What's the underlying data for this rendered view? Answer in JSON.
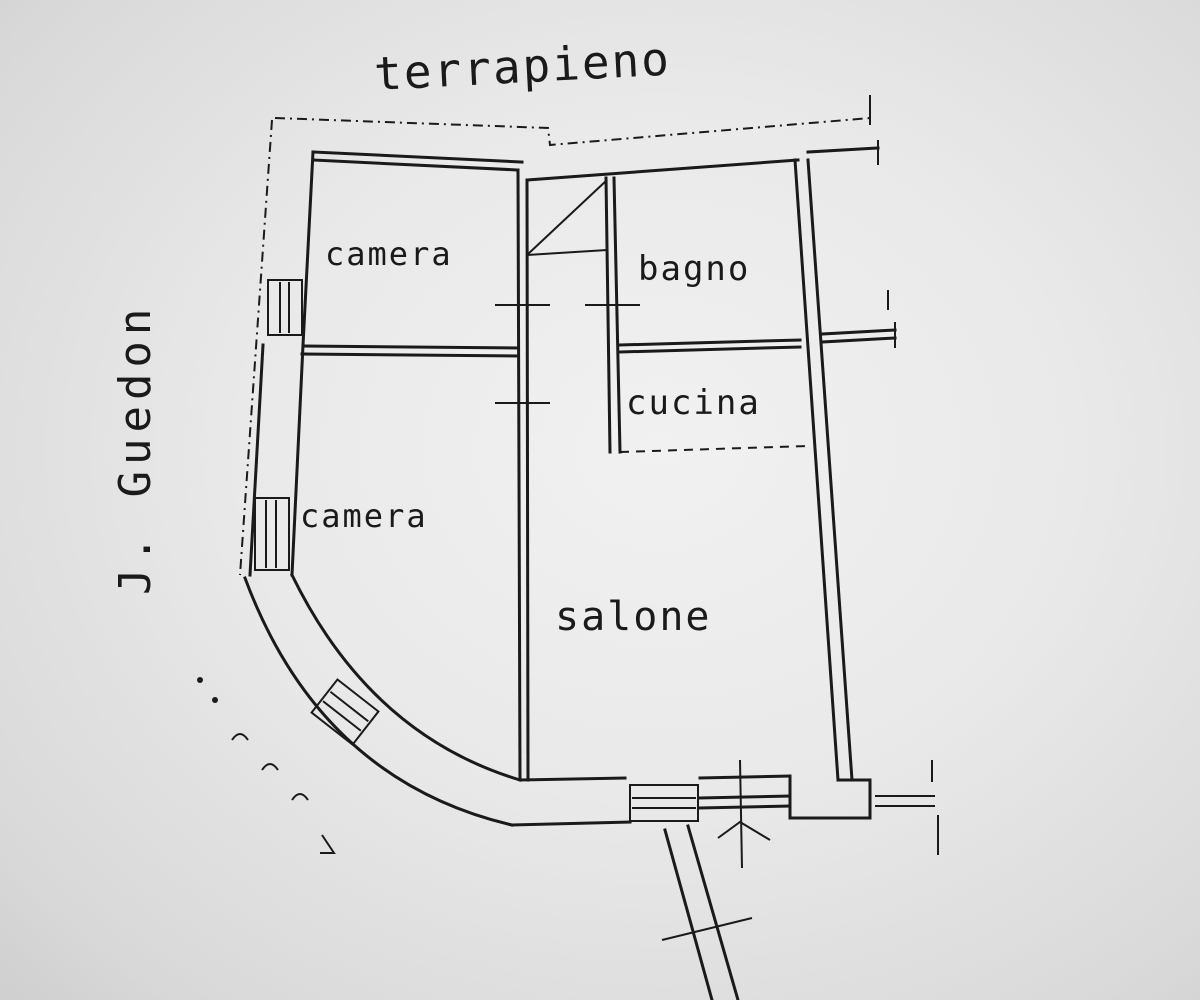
{
  "plan": {
    "labels": {
      "terrapieno": "terrapieno",
      "camera_top": "camera",
      "camera_lower": "camera",
      "bagno": "bagno",
      "cucina": "cucina",
      "salone": "salone",
      "street": "J. Guedon"
    }
  }
}
